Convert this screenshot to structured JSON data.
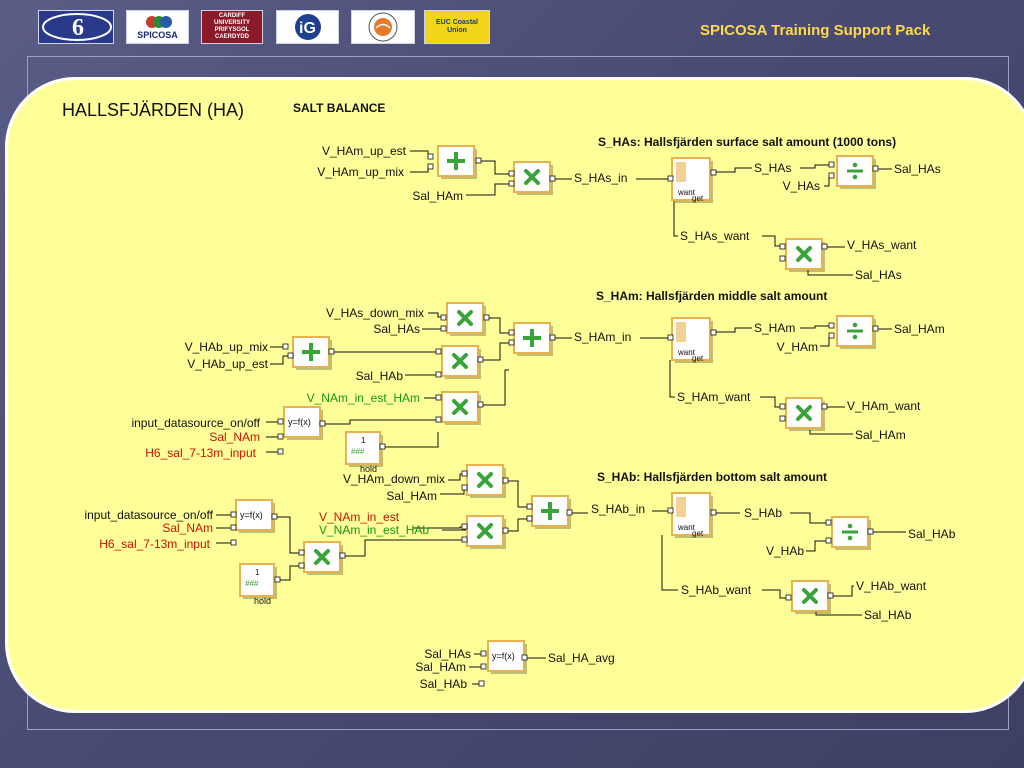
{
  "header": {
    "title": "SPICOSA Training Support Pack",
    "logos": [
      {
        "name": "sixth-framework-logo",
        "text": "6"
      },
      {
        "name": "spicosa-logo",
        "text": "SPICOSA"
      },
      {
        "name": "cardiff-university-logo",
        "text": "CARDIFF UNIVERSITY PRIFYSGOL CAERDYDD"
      },
      {
        "name": "ig-logo",
        "text": "iG"
      },
      {
        "name": "university-seal-logo",
        "text": ""
      },
      {
        "name": "coastal-union-logo",
        "text": "EUC Coastal Union"
      }
    ]
  },
  "panel": {
    "title": "HALLSFJÄRDEN (HA)",
    "subtitle": "SALT BALANCE"
  },
  "section_titles": [
    "S_HAs: Hallsfjärden surface salt amount (1000 tons)",
    "S_HAm: Hallsfjärden middle salt amount",
    "S_HAb: Hallsfjärden bottom salt amount"
  ],
  "blocks": {
    "plus": "+",
    "multiply": "×",
    "divide": "÷",
    "function": "y=f(x)",
    "stock_want": "want",
    "stock_get": "get",
    "hold_value": "1",
    "hold_display": "###",
    "hold_label": "hold"
  },
  "labels": {
    "v_ham_up_est": "V_HAm_up_est",
    "v_ham_up_mix": "V_HAm_up_mix",
    "sal_ham_1": "Sal_HAm",
    "s_has_in": "S_HAs_in",
    "s_has": "S_HAs",
    "v_has": "V_HAs",
    "sal_has_out": "Sal_HAs",
    "s_has_want": "S_HAs_want",
    "v_has_want": "V_HAs_want",
    "sal_has_2": "Sal_HAs",
    "v_has_down_mix": "V_HAs_down_mix",
    "sal_has_3": "Sal_HAs",
    "v_hab_up_mix": "V_HAb_up_mix",
    "v_hab_up_est": "V_HAb_up_est",
    "sal_hab_1": "Sal_HAb",
    "v_nam_in_est_ham": "V_NAm_in_est_HAm",
    "s_ham_in": "S_HAm_in",
    "s_ham": "S_HAm",
    "v_ham": "V_HAm",
    "sal_ham_out": "Sal_HAm",
    "s_ham_want": "S_HAm_want",
    "v_ham_want": "V_HAm_want",
    "sal_ham_2": "Sal_HAm",
    "input_ds_1": "input_datasource_on/off",
    "sal_nam_1": "Sal_NAm",
    "h6_input_1": "H6_sal_7-13m_input",
    "v_ham_down_mix": "V_HAm_down_mix",
    "sal_ham_3": "Sal_HAm",
    "input_ds_2": "input_datasource_on/off",
    "sal_nam_2": "Sal_NAm",
    "h6_input_2": "H6_sal_7-13m_input",
    "v_nam_in_est": "V_NAm_in_est",
    "v_nam_in_est_hab": "V_NAm_in_est_HAb",
    "s_hab_in": "S_HAb_in",
    "s_hab": "S_HAb",
    "v_hab": "V_HAb",
    "sal_hab_out": "Sal_HAb",
    "s_hab_want": "S_HAb_want",
    "v_hab_want": "V_HAb_want",
    "sal_hab_2": "Sal_HAb",
    "avg_sal_has": "Sal_HAs",
    "avg_sal_ham": "Sal_HAm",
    "avg_sal_hab": "Sal_HAb",
    "sal_ha_avg": "Sal_HA_avg"
  },
  "colors": {
    "background": "#4a4d75",
    "panel": "#ffff99",
    "header_title": "#ffd84a",
    "green_label": "#119911",
    "red_label": "#cc1100",
    "block_border": "#e8b24e",
    "block_symbol": "#3aa43a"
  }
}
